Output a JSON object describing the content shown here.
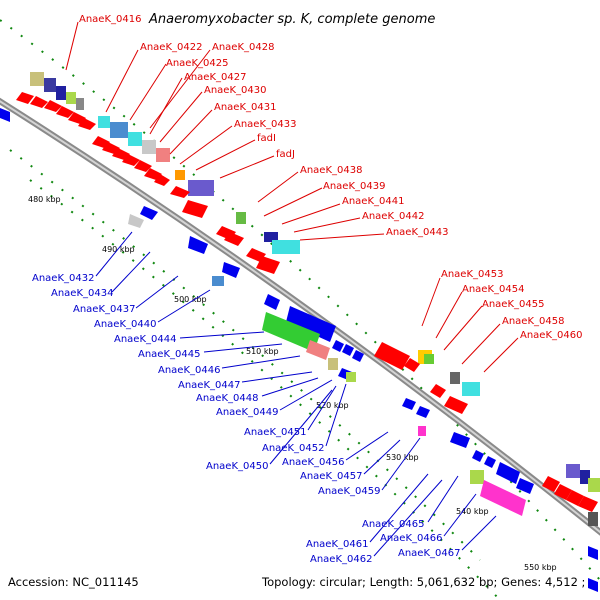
{
  "title": "Anaeromyxobacter sp. K, complete genome",
  "footer": {
    "accession": "Accession: NC_011145",
    "topology": "Topology: circular; Length: 5,061,632 bp; Genes: 4,512 ;"
  },
  "colors": {
    "forward_label": "#dd0000",
    "reverse_label": "#0000cc",
    "backbone": "#999999",
    "tick_dots": "#118811"
  },
  "scale_ticks": [
    "480 kbp",
    "490 kbp",
    "500 kbp",
    "510 kbp",
    "520 kbp",
    "530 kbp",
    "540 kbp",
    "550 kbp"
  ],
  "forward_labels": [
    "AnaeK_0416",
    "AnaeK_0422",
    "AnaeK_0428",
    "AnaeK_0425",
    "AnaeK_0427",
    "AnaeK_0430",
    "AnaeK_0431",
    "AnaeK_0433",
    "fadI",
    "fadJ",
    "AnaeK_0438",
    "AnaeK_0439",
    "AnaeK_0441",
    "AnaeK_0442",
    "AnaeK_0443",
    "AnaeK_0453",
    "AnaeK_0454",
    "AnaeK_0455",
    "AnaeK_0458",
    "AnaeK_0460"
  ],
  "reverse_labels": [
    "AnaeK_0432",
    "AnaeK_0434",
    "AnaeK_0437",
    "AnaeK_0440",
    "AnaeK_0444",
    "AnaeK_0445",
    "AnaeK_0446",
    "AnaeK_0447",
    "AnaeK_0448",
    "AnaeK_0449",
    "AnaeK_0451",
    "AnaeK_0452",
    "AnaeK_0450",
    "AnaeK_0456",
    "AnaeK_0457",
    "AnaeK_0459",
    "AnaeK_0465",
    "AnaeK_0461",
    "AnaeK_0466",
    "AnaeK_0462",
    "AnaeK_0467"
  ]
}
